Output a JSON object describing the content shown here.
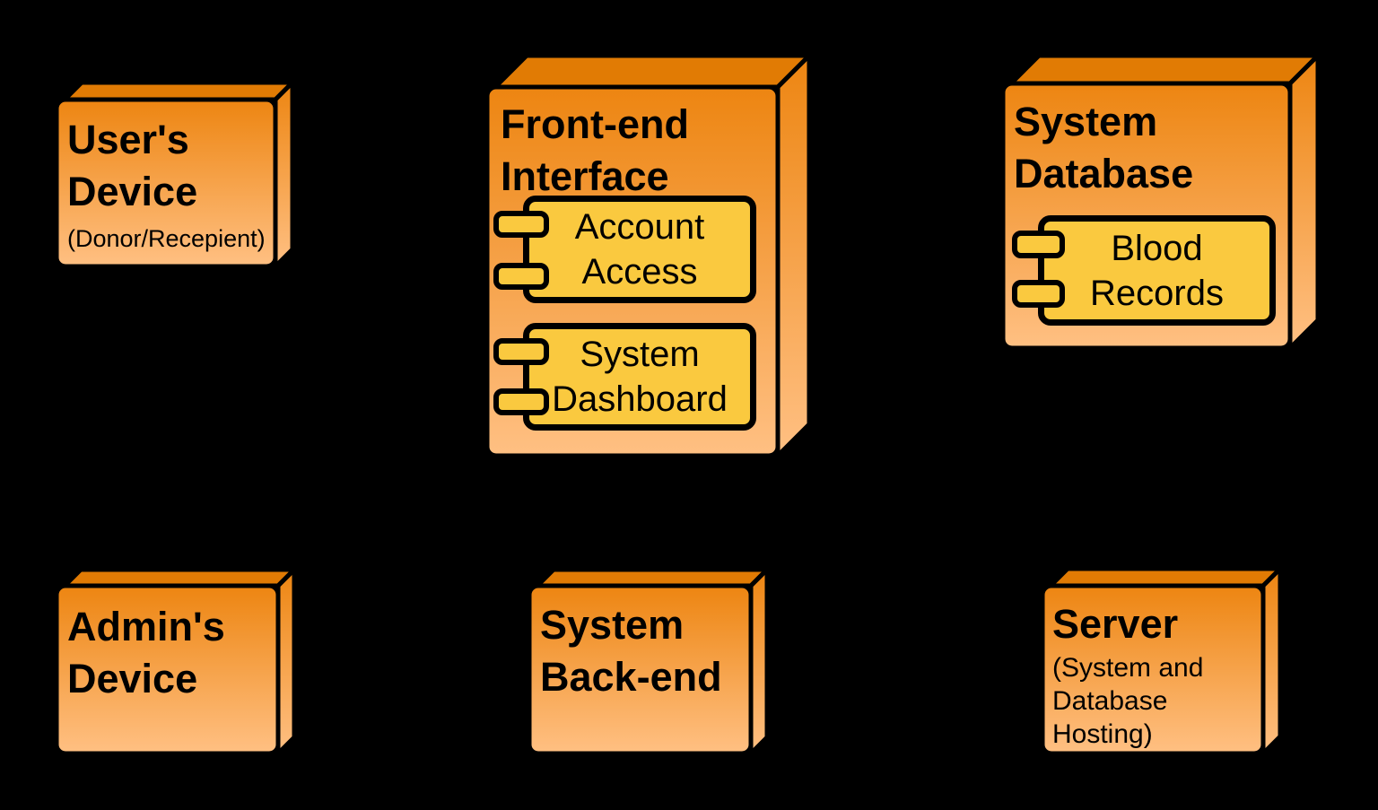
{
  "diagram": {
    "type": "uml-deployment-diagram",
    "background": "#000000",
    "colors": {
      "background": "#000000",
      "outline": "#000000",
      "text": "#000000",
      "box_gradient_top": "#ED8511",
      "box_gradient_bottom": "#FFC083",
      "box_top_face": "#E17B04",
      "component_fill": "#FAC93F"
    },
    "nodes": [
      {
        "id": "users-device",
        "title": "User's\nDevice",
        "subtitle": "(Donor/Recepient)",
        "components": []
      },
      {
        "id": "front-end-interface",
        "title": "Front-end\nInterface",
        "components": [
          {
            "label": "Account\nAccess"
          },
          {
            "label": "System\nDashboard"
          }
        ]
      },
      {
        "id": "system-database",
        "title": "System\nDatabase",
        "components": [
          {
            "label": "Blood\nRecords"
          }
        ]
      },
      {
        "id": "admins-device",
        "title": "Admin's\nDevice",
        "components": []
      },
      {
        "id": "system-backend",
        "title": "System\nBack-end",
        "components": []
      },
      {
        "id": "server",
        "title": "Server",
        "subtitle": "(System and\nDatabase\nHosting)",
        "components": []
      }
    ]
  }
}
